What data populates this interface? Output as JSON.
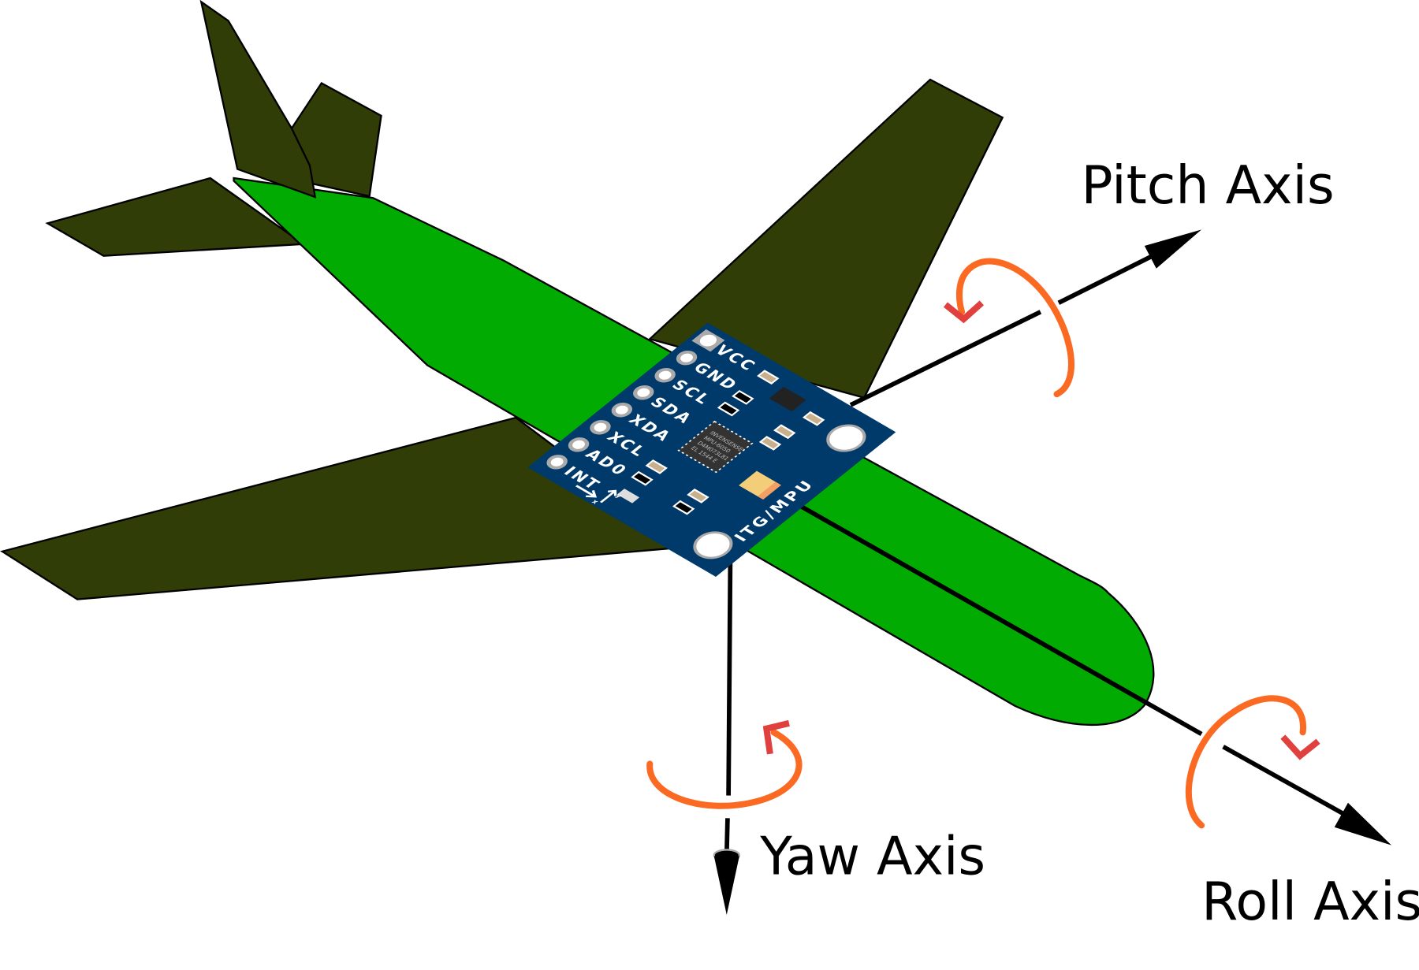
{
  "axes": {
    "pitch": {
      "label": "Pitch Axis"
    },
    "yaw": {
      "label": "Yaw Axis"
    },
    "roll": {
      "label": "Roll Axis"
    }
  },
  "board": {
    "pins": [
      "VCC",
      "GND",
      "SCL",
      "SDA",
      "XDA",
      "XCL",
      "AD0",
      "INT"
    ],
    "chip_lines": [
      "INVENSENSE",
      "MPU-6050",
      "D4M073L81",
      "EL 1544 E"
    ],
    "brand": "ITG/MPU",
    "x_label": "x",
    "y_label": "y"
  },
  "colors": {
    "fuselage": "#02ab02",
    "wings": "#313d06",
    "board": "#003a6b",
    "rotation_arrow": "#fb6a22",
    "arrow_head": "#e0403e"
  }
}
